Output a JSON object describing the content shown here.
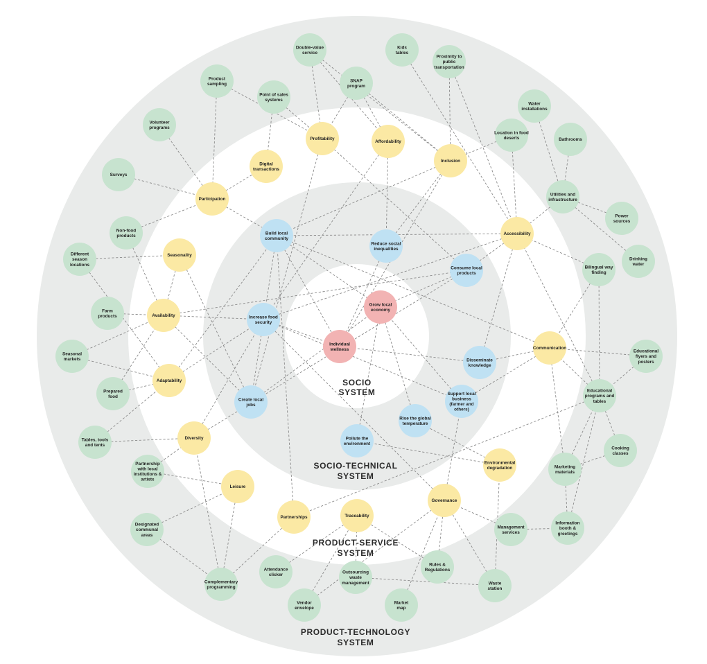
{
  "colors": {
    "ring_outer": "#e9ebea",
    "ring_gap": "#ffffff",
    "green": "#c7e3cf",
    "yellow": "#fbe9a4",
    "blue": "#bfe1f3",
    "red": "#f2b3b3",
    "edge": "#8a8a8a"
  },
  "system_labels": {
    "socio": [
      "SOCIO",
      "SYSTEM"
    ],
    "socio_technical": [
      "SOCIO-TECHNICAL",
      "SYSTEM"
    ],
    "product_service": [
      "PRODUCT-SERVICE",
      "SYSTEM"
    ],
    "product_technology": [
      "PRODUCT-TECHNOLOGY",
      "SYSTEM"
    ]
  },
  "nodes": [
    {
      "id": "individual_wellness",
      "kind": "red",
      "lines": [
        "Individual",
        "wellness"
      ]
    },
    {
      "id": "grow_local_economy",
      "kind": "red",
      "lines": [
        "Grow local",
        "economy"
      ]
    },
    {
      "id": "build_local_community",
      "kind": "blue",
      "lines": [
        "Build local",
        "community"
      ]
    },
    {
      "id": "reduce_social_inequalities",
      "kind": "blue",
      "lines": [
        "Reduce social",
        "inequalities"
      ]
    },
    {
      "id": "consume_local_products",
      "kind": "blue",
      "lines": [
        "Consume local",
        "products"
      ]
    },
    {
      "id": "increase_food_security",
      "kind": "blue",
      "lines": [
        "Increase food",
        "security"
      ]
    },
    {
      "id": "disseminate_knowledge",
      "kind": "blue",
      "lines": [
        "Disseminate",
        "knowledge"
      ]
    },
    {
      "id": "create_local_jobs",
      "kind": "blue",
      "lines": [
        "Create local",
        "jobs"
      ]
    },
    {
      "id": "support_local_business",
      "kind": "blue",
      "lines": [
        "Support local",
        "business",
        "(farmer and",
        "others)"
      ]
    },
    {
      "id": "rise_global_temperature",
      "kind": "blue",
      "lines": [
        "Rise the global",
        "temperature"
      ]
    },
    {
      "id": "pollute_environment",
      "kind": "blue",
      "lines": [
        "Pollute the",
        "environment"
      ]
    },
    {
      "id": "profitability",
      "kind": "yellow",
      "lines": [
        "Profitability"
      ]
    },
    {
      "id": "affordability",
      "kind": "yellow",
      "lines": [
        "Affordability"
      ]
    },
    {
      "id": "inclusion",
      "kind": "yellow",
      "lines": [
        "Inclusion"
      ]
    },
    {
      "id": "digital_transactions",
      "kind": "yellow",
      "lines": [
        "Digital",
        "transactions"
      ]
    },
    {
      "id": "participation",
      "kind": "yellow",
      "lines": [
        "Participation"
      ]
    },
    {
      "id": "accessibility",
      "kind": "yellow",
      "lines": [
        "Accessibility"
      ]
    },
    {
      "id": "seasonality",
      "kind": "yellow",
      "lines": [
        "Seasonality"
      ]
    },
    {
      "id": "availability",
      "kind": "yellow",
      "lines": [
        "Availability"
      ]
    },
    {
      "id": "communication",
      "kind": "yellow",
      "lines": [
        "Communication"
      ]
    },
    {
      "id": "adaptability",
      "kind": "yellow",
      "lines": [
        "Adaptability"
      ]
    },
    {
      "id": "diversity",
      "kind": "yellow",
      "lines": [
        "Diversity"
      ]
    },
    {
      "id": "environmental_degradation",
      "kind": "yellow",
      "lines": [
        "Environmental",
        "degradation"
      ]
    },
    {
      "id": "leisure",
      "kind": "yellow",
      "lines": [
        "Leisure"
      ]
    },
    {
      "id": "governance",
      "kind": "yellow",
      "lines": [
        "Governance"
      ]
    },
    {
      "id": "partnerships",
      "kind": "yellow",
      "lines": [
        "Partnerships"
      ]
    },
    {
      "id": "traceability",
      "kind": "yellow",
      "lines": [
        "Traceability"
      ]
    },
    {
      "id": "double_value_service",
      "kind": "green",
      "lines": [
        "Double-value",
        "service"
      ]
    },
    {
      "id": "kids_tables",
      "kind": "green",
      "lines": [
        "Kids",
        "tables"
      ]
    },
    {
      "id": "proximity_transport",
      "kind": "green",
      "lines": [
        "Proximity to",
        "public",
        "transportation"
      ]
    },
    {
      "id": "product_sampling",
      "kind": "green",
      "lines": [
        "Product",
        "sampling"
      ]
    },
    {
      "id": "snap_program",
      "kind": "green",
      "lines": [
        "SNAP",
        "program"
      ]
    },
    {
      "id": "point_of_sales",
      "kind": "green",
      "lines": [
        "Point of sales",
        "systems"
      ]
    },
    {
      "id": "water_installations",
      "kind": "green",
      "lines": [
        "Water",
        "installations"
      ]
    },
    {
      "id": "volunteer_programs",
      "kind": "green",
      "lines": [
        "Volunteer",
        "programs"
      ]
    },
    {
      "id": "location_food_deserts",
      "kind": "green",
      "lines": [
        "Location in food",
        "deserts"
      ]
    },
    {
      "id": "bathrooms",
      "kind": "green",
      "lines": [
        "Bathrooms"
      ]
    },
    {
      "id": "surveys",
      "kind": "green",
      "lines": [
        "Surveys"
      ]
    },
    {
      "id": "utilities",
      "kind": "green",
      "lines": [
        "Utilities and",
        "infrastructure"
      ]
    },
    {
      "id": "power_sources",
      "kind": "green",
      "lines": [
        "Power",
        "sources"
      ]
    },
    {
      "id": "non_food_products",
      "kind": "green",
      "lines": [
        "Non-food",
        "products"
      ]
    },
    {
      "id": "different_season_locations",
      "kind": "green",
      "lines": [
        "Different",
        "season",
        "locations"
      ]
    },
    {
      "id": "drinking_water",
      "kind": "green",
      "lines": [
        "Drinking",
        "water"
      ]
    },
    {
      "id": "bilingual_wayfinding",
      "kind": "green",
      "lines": [
        "Bilingual way",
        "finding"
      ]
    },
    {
      "id": "farm_products",
      "kind": "green",
      "lines": [
        "Farm",
        "products"
      ]
    },
    {
      "id": "seasonal_markets",
      "kind": "green",
      "lines": [
        "Seasonal",
        "markets"
      ]
    },
    {
      "id": "educational_flyers",
      "kind": "green",
      "lines": [
        "Educational",
        "flyers and",
        "posters"
      ]
    },
    {
      "id": "prepared_food",
      "kind": "green",
      "lines": [
        "Prepared",
        "food"
      ]
    },
    {
      "id": "educational_programs",
      "kind": "green",
      "lines": [
        "Educational",
        "programs and",
        "tables"
      ]
    },
    {
      "id": "tables_tools_tents",
      "kind": "green",
      "lines": [
        "Tables, tools",
        "and tents"
      ]
    },
    {
      "id": "cooking_classes",
      "kind": "green",
      "lines": [
        "Cooking",
        "classes"
      ]
    },
    {
      "id": "partnership_local",
      "kind": "green",
      "lines": [
        "Partnership",
        "with local",
        "institutions &",
        "artists"
      ]
    },
    {
      "id": "marketing_materials",
      "kind": "green",
      "lines": [
        "Marketing",
        "materials"
      ]
    },
    {
      "id": "designated_communal",
      "kind": "green",
      "lines": [
        "Designated",
        "communal",
        "areas"
      ]
    },
    {
      "id": "management_services",
      "kind": "green",
      "lines": [
        "Management",
        "services"
      ]
    },
    {
      "id": "information_booth",
      "kind": "green",
      "lines": [
        "Information",
        "booth &",
        "greetings"
      ]
    },
    {
      "id": "attendance_clicker",
      "kind": "green",
      "lines": [
        "Attendance",
        "clicker"
      ]
    },
    {
      "id": "rules_regulations",
      "kind": "green",
      "lines": [
        "Rules &",
        "Regulations"
      ]
    },
    {
      "id": "outsourcing_waste",
      "kind": "green",
      "lines": [
        "Outsourcing",
        "waste",
        "management"
      ]
    },
    {
      "id": "waste_station",
      "kind": "green",
      "lines": [
        "Waste",
        "station"
      ]
    },
    {
      "id": "complementary_programming",
      "kind": "green",
      "lines": [
        "Complementary",
        "programming"
      ]
    },
    {
      "id": "vendor_envelope",
      "kind": "green",
      "lines": [
        "Vendor",
        "envelope"
      ]
    },
    {
      "id": "market_map",
      "kind": "green",
      "lines": [
        "Market",
        "map"
      ]
    }
  ],
  "edges": [
    [
      "product_sampling",
      "profitability"
    ],
    [
      "product_sampling",
      "participation"
    ],
    [
      "point_of_sales",
      "digital_transactions"
    ],
    [
      "point_of_sales",
      "profitability"
    ],
    [
      "double_value_service",
      "profitability"
    ],
    [
      "double_value_service",
      "affordability"
    ],
    [
      "double_value_service",
      "inclusion"
    ],
    [
      "snap_program",
      "affordability"
    ],
    [
      "snap_program",
      "inclusion"
    ],
    [
      "snap_program",
      "profitability"
    ],
    [
      "kids_tables",
      "accessibility"
    ],
    [
      "proximity_transport",
      "inclusion"
    ],
    [
      "proximity_transport",
      "accessibility"
    ],
    [
      "location_food_deserts",
      "inclusion"
    ],
    [
      "location_food_deserts",
      "accessibility"
    ],
    [
      "water_installations",
      "utilities"
    ],
    [
      "bathrooms",
      "utilities"
    ],
    [
      "utilities",
      "power_sources"
    ],
    [
      "utilities",
      "drinking_water"
    ],
    [
      "utilities",
      "accessibility"
    ],
    [
      "volunteer_programs",
      "participation"
    ],
    [
      "surveys",
      "participation"
    ],
    [
      "non_food_products",
      "participation"
    ],
    [
      "non_food_products",
      "availability"
    ],
    [
      "different_season_locations",
      "seasonality"
    ],
    [
      "different_season_locations",
      "adaptability"
    ],
    [
      "farm_products",
      "availability"
    ],
    [
      "seasonal_markets",
      "availability"
    ],
    [
      "seasonal_markets",
      "adaptability"
    ],
    [
      "prepared_food",
      "availability"
    ],
    [
      "prepared_food",
      "adaptability"
    ],
    [
      "tables_tools_tents",
      "diversity"
    ],
    [
      "tables_tools_tents",
      "adaptability"
    ],
    [
      "partnership_local",
      "diversity"
    ],
    [
      "partnership_local",
      "leisure"
    ],
    [
      "designated_communal",
      "leisure"
    ],
    [
      "designated_communal",
      "complementary_programming"
    ],
    [
      "complementary_programming",
      "leisure"
    ],
    [
      "complementary_programming",
      "diversity"
    ],
    [
      "complementary_programming",
      "partnerships"
    ],
    [
      "attendance_clicker",
      "traceability"
    ],
    [
      "vendor_envelope",
      "traceability"
    ],
    [
      "vendor_envelope",
      "governance"
    ],
    [
      "outsourcing_waste",
      "traceability"
    ],
    [
      "outsourcing_waste",
      "waste_station"
    ],
    [
      "market_map",
      "governance"
    ],
    [
      "rules_regulations",
      "governance"
    ],
    [
      "rules_regulations",
      "traceability"
    ],
    [
      "waste_station",
      "governance"
    ],
    [
      "waste_station",
      "environmental_degradation"
    ],
    [
      "management_services",
      "governance"
    ],
    [
      "management_services",
      "information_booth"
    ],
    [
      "information_booth",
      "educational_programs"
    ],
    [
      "information_booth",
      "marketing_materials"
    ],
    [
      "cooking_classes",
      "educational_programs"
    ],
    [
      "cooking_classes",
      "marketing_materials"
    ],
    [
      "marketing_materials",
      "communication"
    ],
    [
      "marketing_materials",
      "educational_programs"
    ],
    [
      "educational_flyers",
      "communication"
    ],
    [
      "educational_flyers",
      "educational_programs"
    ],
    [
      "bilingual_wayfinding",
      "communication"
    ],
    [
      "bilingual_wayfinding",
      "accessibility"
    ],
    [
      "bilingual_wayfinding",
      "educational_programs"
    ],
    [
      "educational_programs",
      "communication"
    ],
    [
      "educational_programs",
      "partnerships"
    ],
    [
      "educational_programs",
      "accessibility"
    ],
    [
      "participation",
      "build_local_community"
    ],
    [
      "participation",
      "digital_transactions"
    ],
    [
      "profitability",
      "consume_local_products"
    ],
    [
      "profitability",
      "create_local_jobs"
    ],
    [
      "affordability",
      "increase_food_security"
    ],
    [
      "affordability",
      "reduce_social_inequalities"
    ],
    [
      "inclusion",
      "build_local_community"
    ],
    [
      "inclusion",
      "reduce_social_inequalities"
    ],
    [
      "inclusion",
      "individual_wellness"
    ],
    [
      "accessibility",
      "consume_local_products"
    ],
    [
      "accessibility",
      "build_local_community"
    ],
    [
      "accessibility",
      "increase_food_security"
    ],
    [
      "accessibility",
      "disseminate_knowledge"
    ],
    [
      "seasonality",
      "create_local_jobs"
    ],
    [
      "seasonality",
      "availability"
    ],
    [
      "availability",
      "increase_food_security"
    ],
    [
      "availability",
      "consume_local_products"
    ],
    [
      "availability",
      "create_local_jobs"
    ],
    [
      "adaptability",
      "increase_food_security"
    ],
    [
      "adaptability",
      "build_local_community"
    ],
    [
      "diversity",
      "consume_local_products"
    ],
    [
      "diversity",
      "increase_food_security"
    ],
    [
      "communication",
      "disseminate_knowledge"
    ],
    [
      "communication",
      "build_local_community"
    ],
    [
      "communication",
      "support_local_business"
    ],
    [
      "governance",
      "support_local_business"
    ],
    [
      "governance",
      "increase_food_security"
    ],
    [
      "environmental_degradation",
      "pollute_environment"
    ],
    [
      "environmental_degradation",
      "rise_global_temperature"
    ],
    [
      "partnerships",
      "build_local_community"
    ],
    [
      "build_local_community",
      "grow_local_economy"
    ],
    [
      "build_local_community",
      "individual_wellness"
    ],
    [
      "build_local_community",
      "create_local_jobs"
    ],
    [
      "reduce_social_inequalities",
      "individual_wellness"
    ],
    [
      "consume_local_products",
      "grow_local_economy"
    ],
    [
      "increase_food_security",
      "individual_wellness"
    ],
    [
      "disseminate_knowledge",
      "individual_wellness"
    ],
    [
      "create_local_jobs",
      "grow_local_economy"
    ],
    [
      "support_local_business",
      "grow_local_economy"
    ],
    [
      "rise_global_temperature",
      "grow_local_economy"
    ],
    [
      "pollute_environment",
      "grow_local_economy"
    ],
    [
      "increase_food_security",
      "support_local_business"
    ]
  ]
}
